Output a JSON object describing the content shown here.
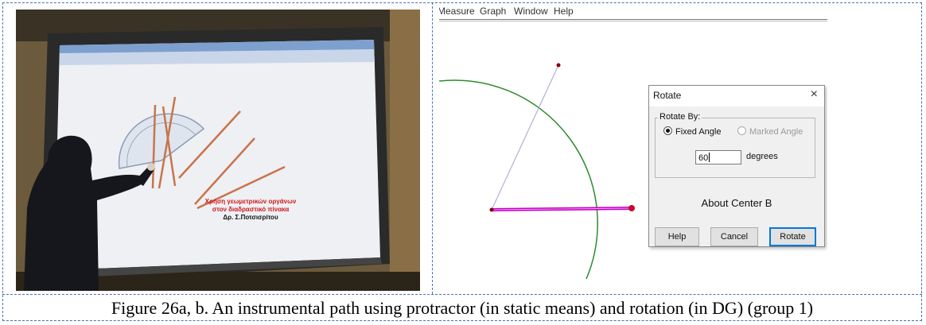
{
  "figure": {
    "caption": "Figure 26a, b. An instrumental path using protractor (in static means) and rotation (in DG) (group 1)",
    "photo_text": {
      "line1": "Χρήση γεωμετρικών οργάνων",
      "line2": "στον διαδραστικό πίνακα",
      "line3": "Δρ. Σ.Ποτσισρίτου"
    }
  },
  "software": {
    "menu": [
      "Measure",
      "Graph",
      "Window",
      "Help"
    ],
    "colors": {
      "circle": "#2e8b2e",
      "segment": "#c000c0",
      "point": "#8b0000",
      "thin_line": "#b0b0d8"
    }
  },
  "dialog": {
    "title": "Rotate",
    "close_icon": "×",
    "group_label": "Rotate By:",
    "option_fixed": "Fixed Angle",
    "option_marked": "Marked Angle",
    "angle_value": "60",
    "unit": "degrees",
    "about": "About Center B",
    "buttons": {
      "help": "Help",
      "cancel": "Cancel",
      "rotate": "Rotate"
    }
  }
}
